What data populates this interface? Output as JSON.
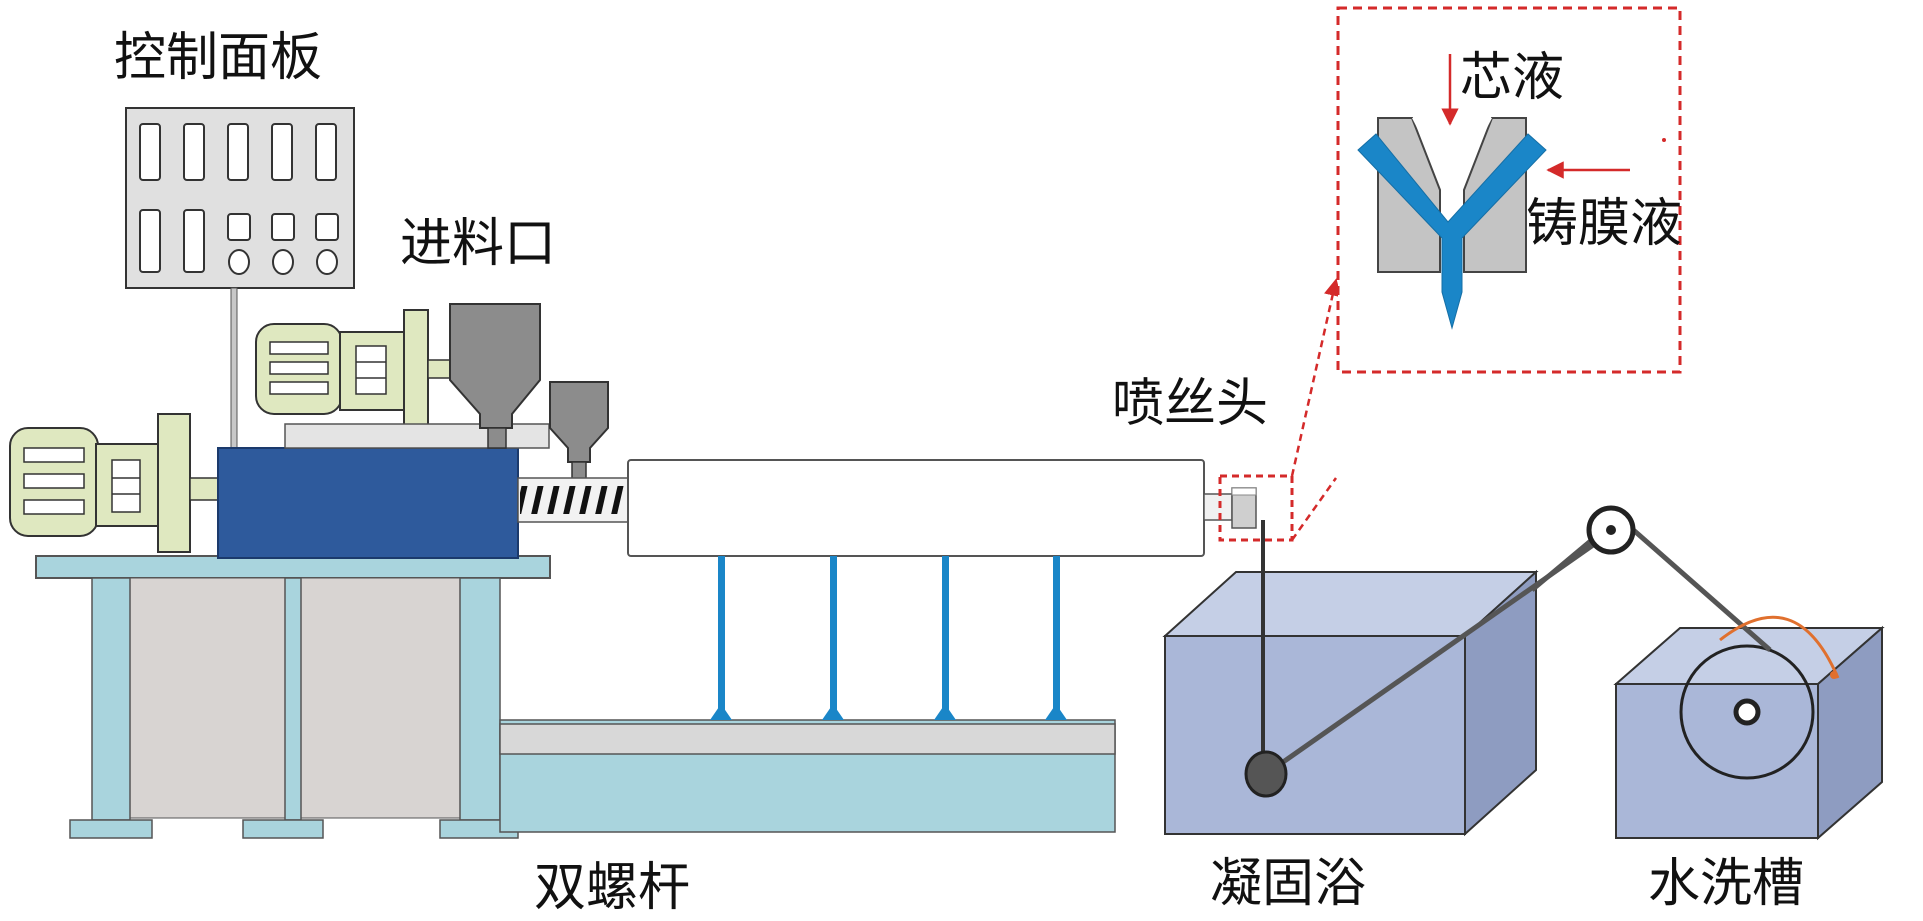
{
  "labels": {
    "control_panel": "控制面板",
    "feed_inlet": "进料口",
    "twin_screw": "双螺杆",
    "spinneret": "喷丝头",
    "core_liquid": "芯液",
    "casting_solution": "铸膜液",
    "coagulation_bath": "凝固浴",
    "wash_tank": "水洗槽"
  },
  "colors": {
    "extruder_block": "#2e5a9c",
    "motor": "#dfe8c0",
    "hopper": "#8c8c8c",
    "tank": "#aab7d8",
    "table_legs": "#a9d4dd",
    "blue_accent": "#1a86c8",
    "callout_red": "#d42a2a",
    "panel": "#e0e0e0"
  }
}
